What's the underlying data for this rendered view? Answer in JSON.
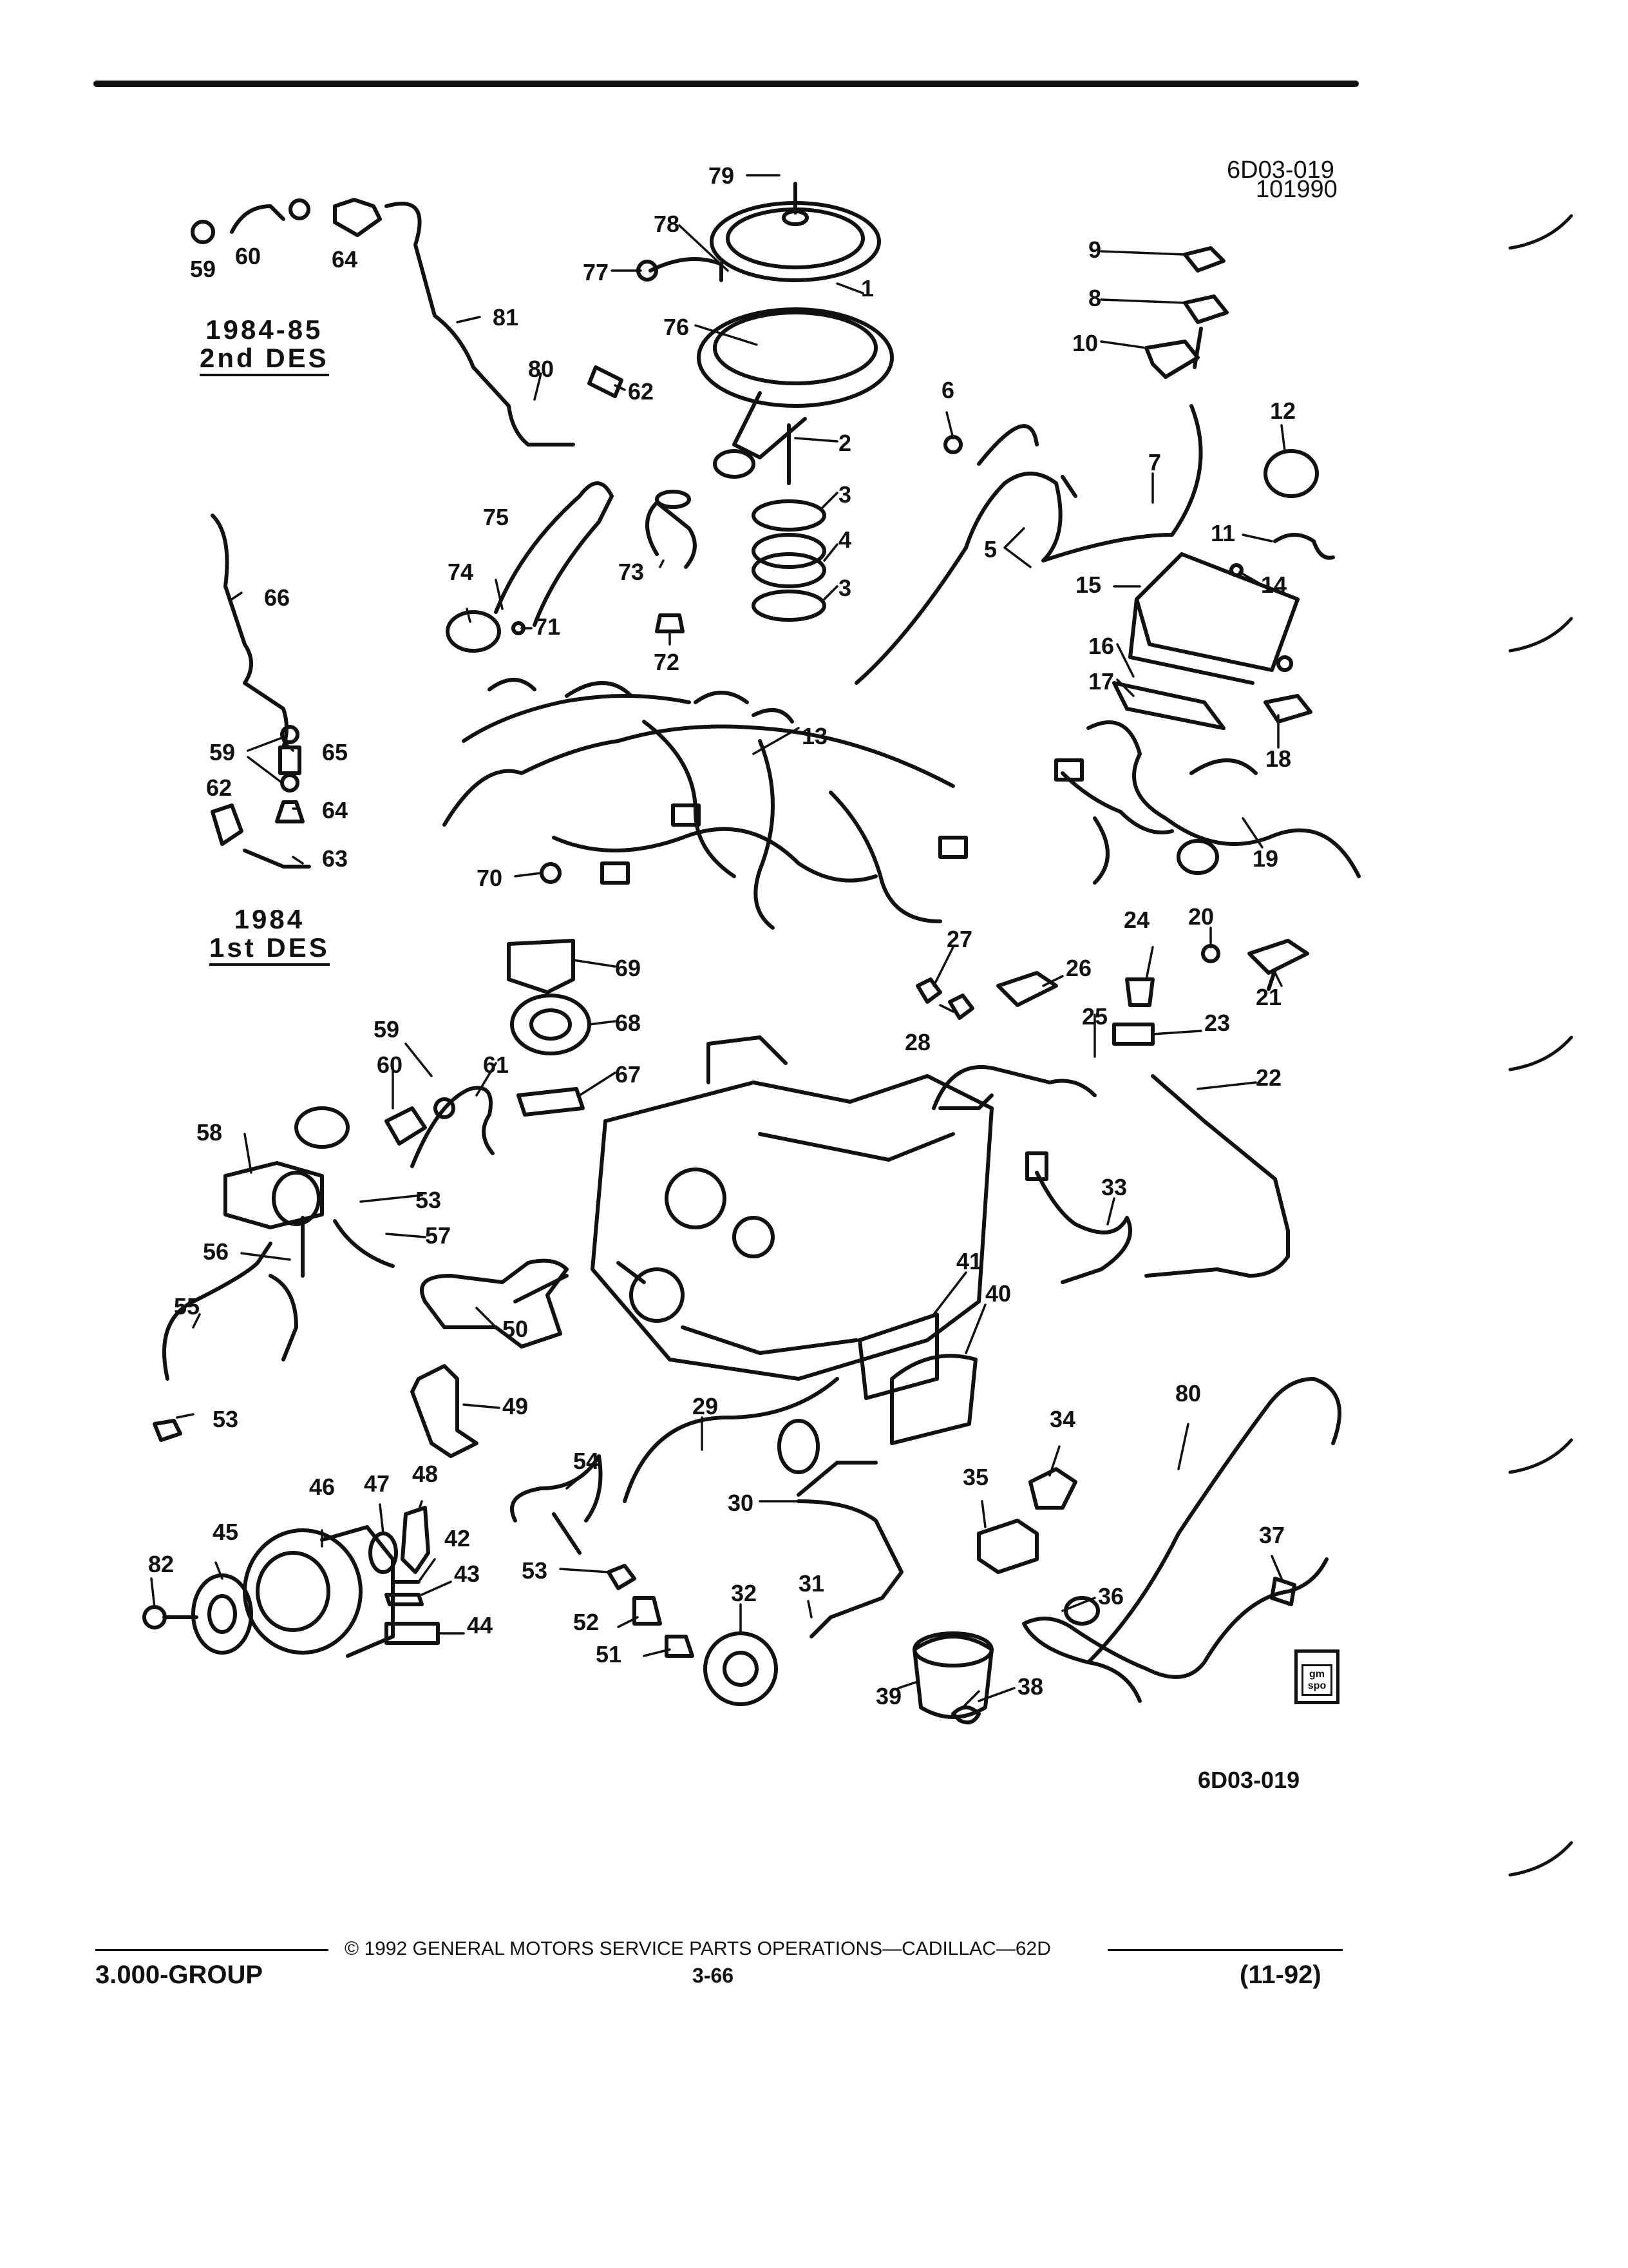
{
  "header": {
    "figure_code": "6D03-019",
    "figure_date": "101990"
  },
  "design_notes": {
    "second_design": {
      "year": "1984-85",
      "label": "2nd DES"
    },
    "first_design": {
      "year": "1984",
      "label": "1st DES"
    }
  },
  "callouts": [
    "1",
    "2",
    "3",
    "3",
    "4",
    "5",
    "6",
    "7",
    "8",
    "9",
    "10",
    "11",
    "12",
    "13",
    "14",
    "15",
    "16",
    "17",
    "18",
    "19",
    "20",
    "21",
    "22",
    "23",
    "24",
    "25",
    "26",
    "27",
    "28",
    "29",
    "30",
    "31",
    "32",
    "33",
    "34",
    "35",
    "36",
    "37",
    "38",
    "39",
    "40",
    "41",
    "42",
    "43",
    "44",
    "45",
    "46",
    "47",
    "48",
    "49",
    "50",
    "51",
    "52",
    "53",
    "53",
    "53",
    "53",
    "54",
    "55",
    "56",
    "57",
    "58",
    "59",
    "59",
    "59",
    "60",
    "60",
    "61",
    "62",
    "62",
    "63",
    "64",
    "64",
    "65",
    "66",
    "67",
    "68",
    "69",
    "70",
    "71",
    "72",
    "73",
    "74",
    "75",
    "76",
    "77",
    "78",
    "79",
    "80",
    "80",
    "81",
    "82"
  ],
  "figure_id_bottom": "6D03-019",
  "logo": {
    "text": "gm spo"
  },
  "footer": {
    "copyright": "© 1992 GENERAL MOTORS SERVICE PARTS OPERATIONS—CADILLAC—62D",
    "group": "3.000-GROUP",
    "page": "3-66",
    "revision": "(11-92)"
  }
}
